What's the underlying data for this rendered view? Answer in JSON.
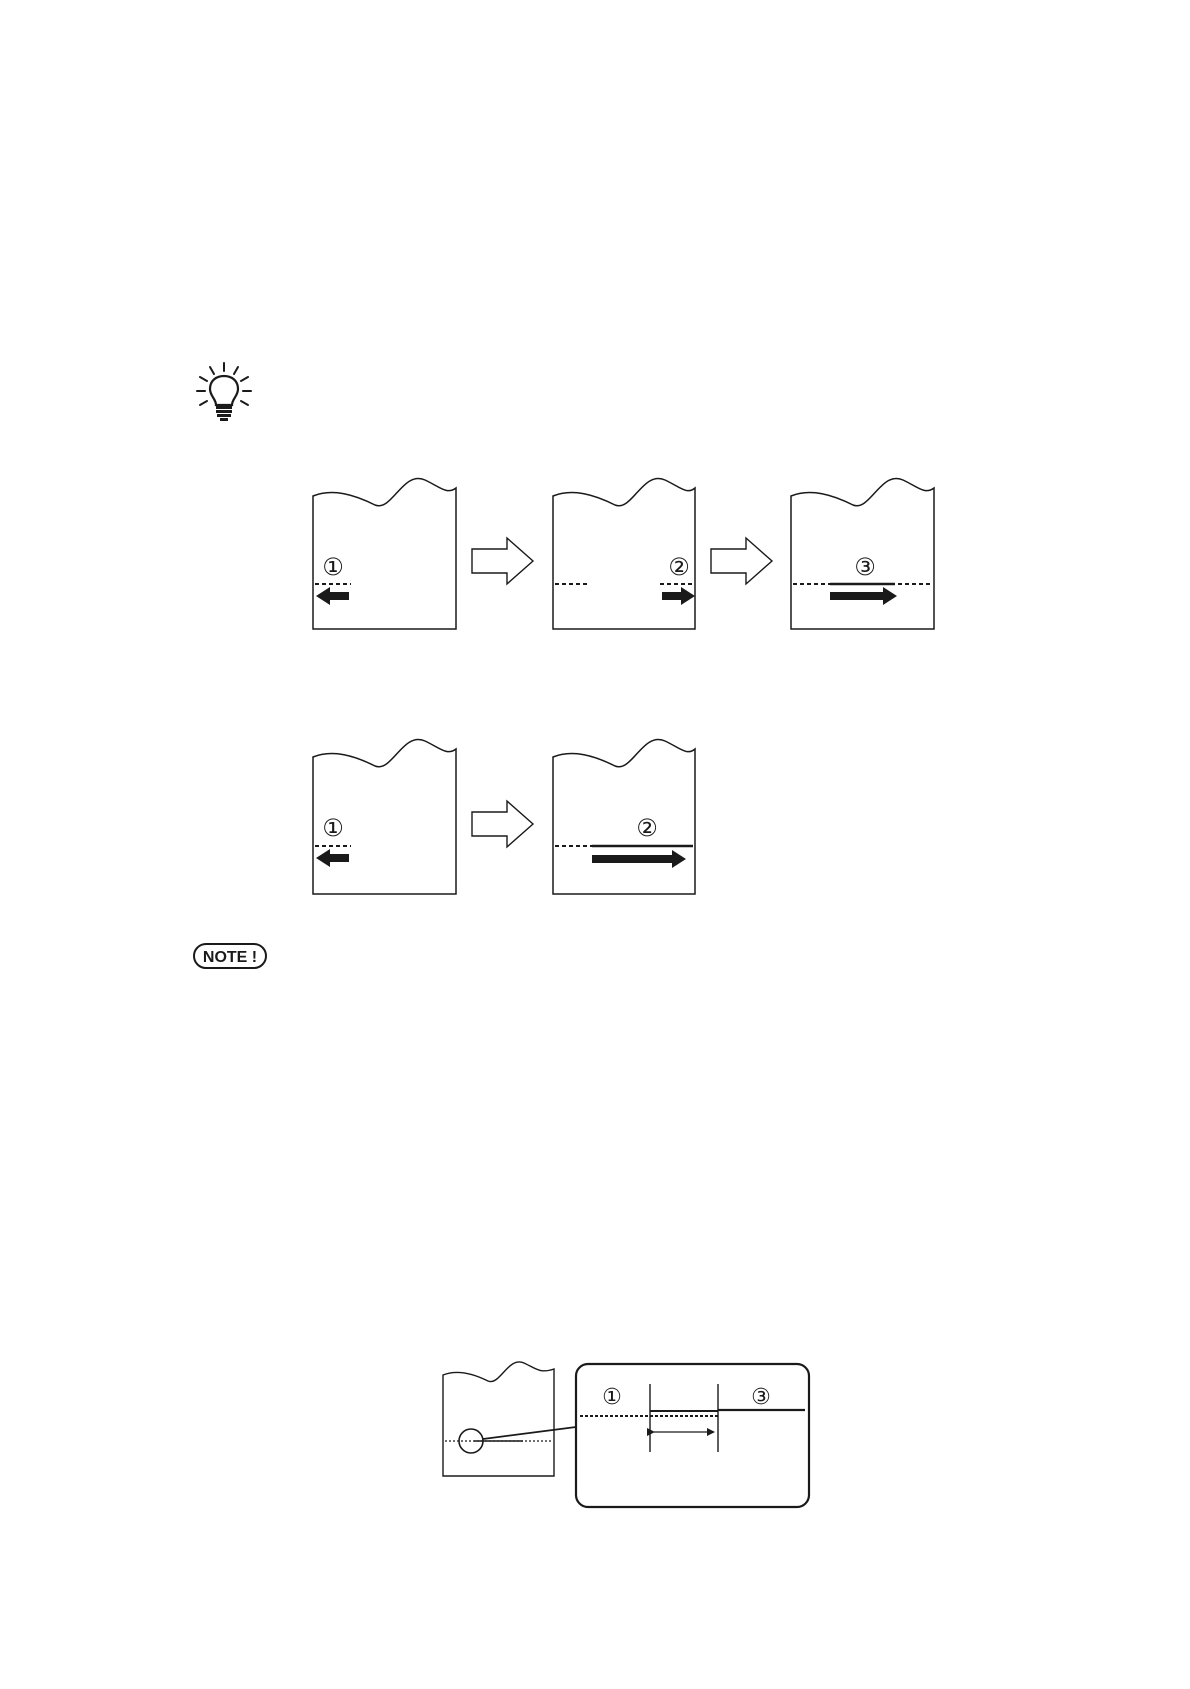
{
  "tip": {
    "icon": "lightbulb-icon"
  },
  "note": {
    "label": "NOTE !"
  },
  "figure_a": {
    "panel_1_marker": "①",
    "panel_2_marker": "②",
    "panel_3_marker": "③"
  },
  "figure_b": {
    "panel_1_marker": "①",
    "panel_2_marker": "②"
  },
  "figure_c": {
    "zoom_marker_1": "①",
    "zoom_marker_3": "③"
  },
  "colors": {
    "ink": "#1a1a1a",
    "paper": "#ffffff"
  }
}
